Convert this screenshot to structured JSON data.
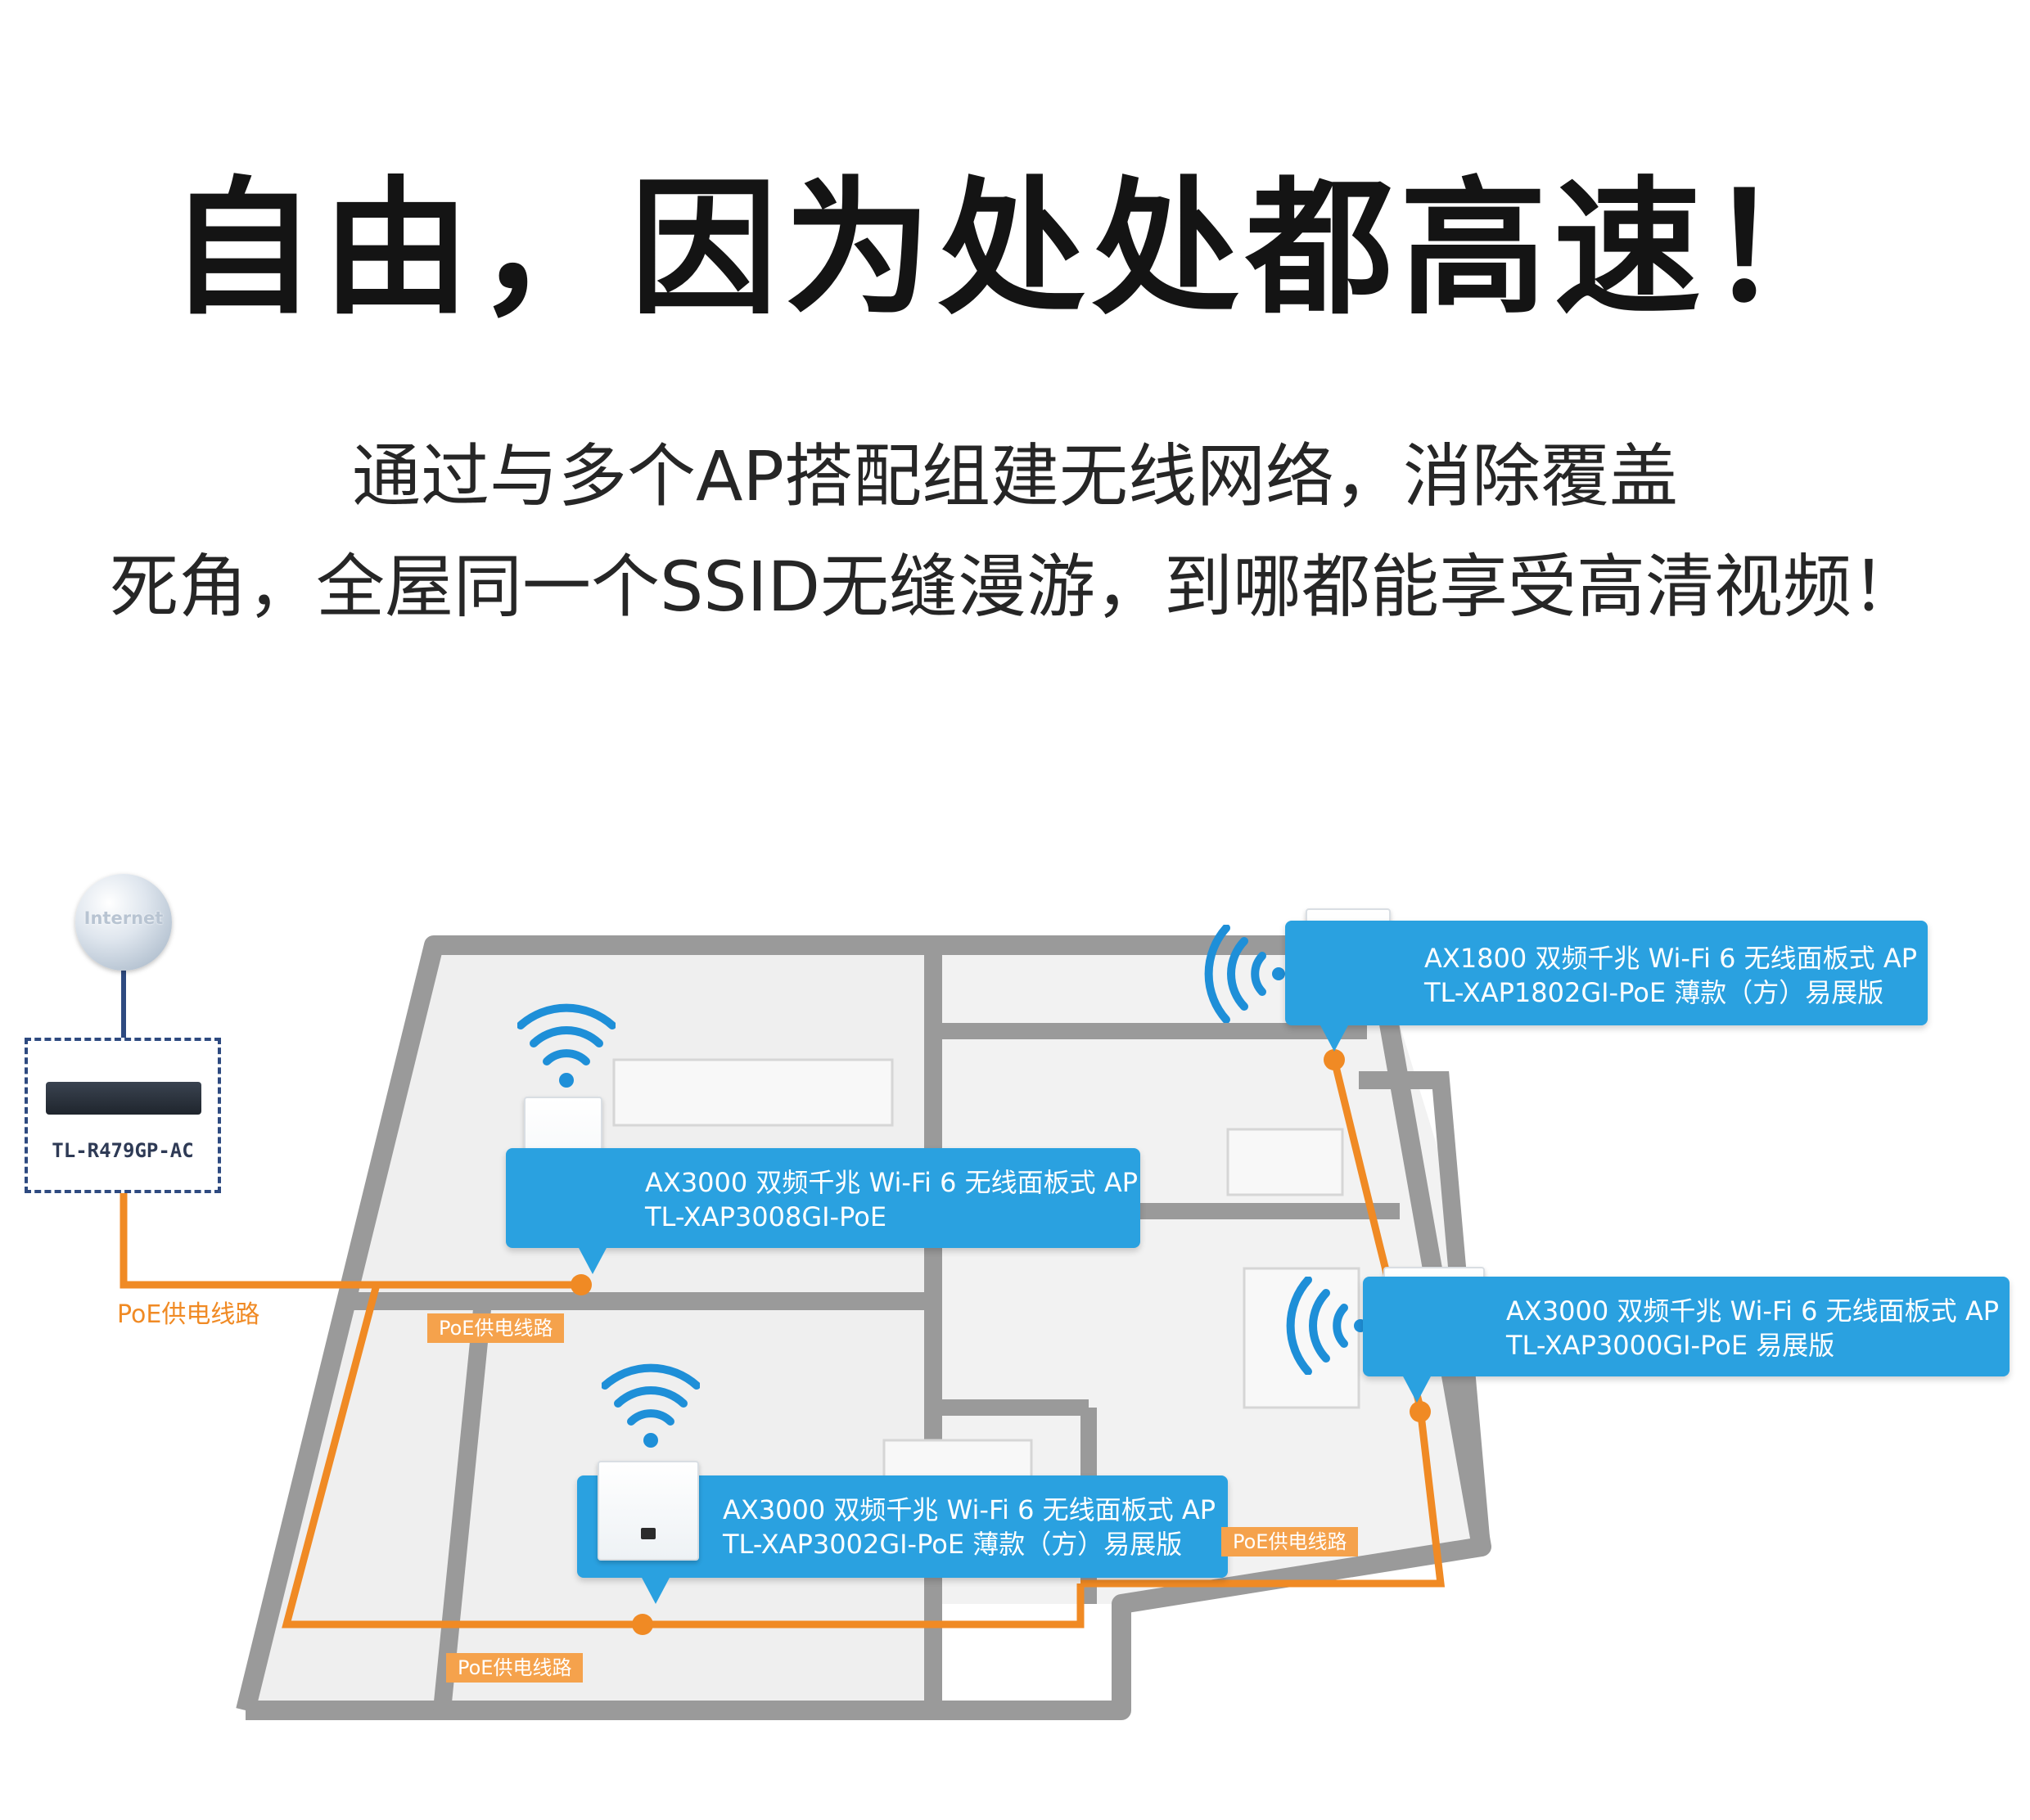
{
  "headline": "自由，因为处处都高速！",
  "subtitle": {
    "line1": "通过与多个AP搭配组建无线网络，消除覆盖",
    "line2": "死角，全屋同一个SSID无缝漫游，到哪都能享受高清视频！"
  },
  "diagram": {
    "internet_label": "Internet",
    "router_label": "TL-R479GP-AC",
    "poe_line_label": "PoE供电线路",
    "poe_tags": [
      "PoE供电线路",
      "PoE供电线路",
      "PoE供电线路"
    ],
    "aps": [
      {
        "line1": "AX1800 双频千兆 Wi-Fi 6 无线面板式 AP",
        "line2": "TL-XAP1802GI-PoE 薄款（方）易展版"
      },
      {
        "line1": "AX3000 双频千兆 Wi-Fi 6 无线面板式 AP",
        "line2": "TL-XAP3008GI-PoE"
      },
      {
        "line1": "AX3000 双频千兆 Wi-Fi 6 无线面板式 AP",
        "line2": "TL-XAP3000GI-PoE 易展版"
      },
      {
        "line1": "AX3000 双频千兆 Wi-Fi 6 无线面板式 AP",
        "line2": "TL-XAP3002GI-PoE 薄款（方）易展版"
      }
    ],
    "colors": {
      "callout": "#2aa1e0",
      "poe_cable": "#f08a24",
      "wifi": "#1e8fd8",
      "walls": "#9a9a9a"
    }
  }
}
